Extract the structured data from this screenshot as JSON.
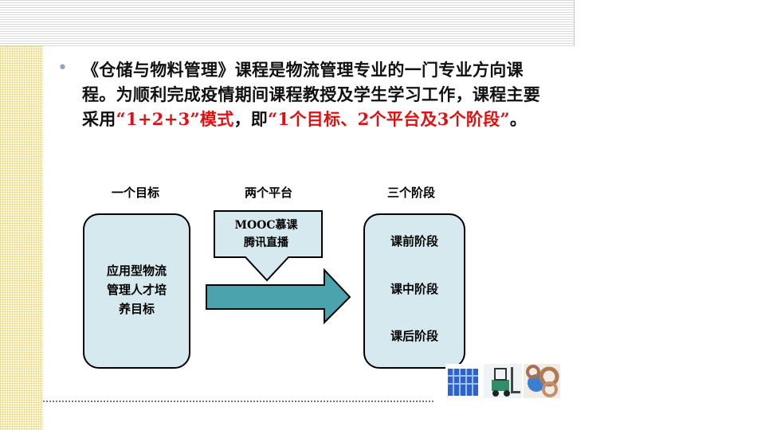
{
  "bullet": {
    "text_before": "《仓储与物料管理》课程是物流管理专业的一门专业方向课程。为顺利完成疫情期间课程教授及学生学习工作，课程主要采用",
    "highlight_1": "“1+2+3”模式",
    "text_middle": "，即",
    "highlight_2": "“1个目标、2个平台及3个阶段”",
    "text_after": "。"
  },
  "diagram": {
    "goal_title": "一个目标",
    "platform_title": "两个平台",
    "stage_title": "三个阶段",
    "goal_lines": [
      "应用型物流",
      "管理人才培",
      "养目标"
    ],
    "platforms": [
      "MOOC慕课",
      "腾讯直播"
    ],
    "stages": [
      "课前阶段",
      "课中阶段",
      "课后阶段"
    ],
    "colors": {
      "box_fill": "#d6e9ee",
      "arrow_fill": "#4aa3ad",
      "highlight": "#e01010"
    }
  },
  "clipart": [
    "pallet-icon",
    "forklift-icon",
    "rope-coils-icon"
  ]
}
